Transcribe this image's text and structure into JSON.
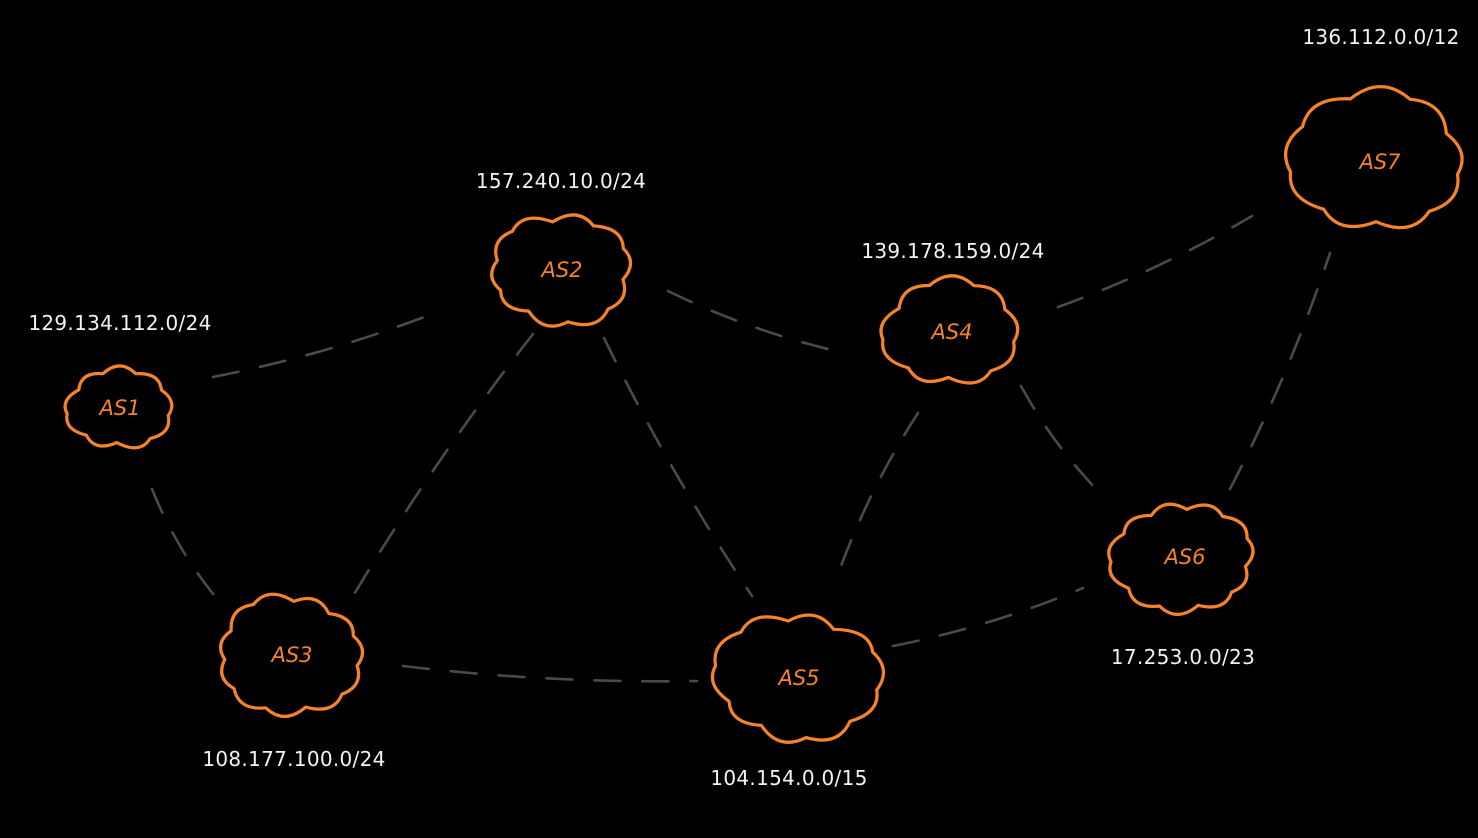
{
  "nodes": [
    {
      "id": "as1",
      "label": "AS1",
      "prefix": "129.134.112.0/24"
    },
    {
      "id": "as2",
      "label": "AS2",
      "prefix": "157.240.10.0/24"
    },
    {
      "id": "as3",
      "label": "AS3",
      "prefix": "108.177.100.0/24"
    },
    {
      "id": "as4",
      "label": "AS4",
      "prefix": "139.178.159.0/24"
    },
    {
      "id": "as5",
      "label": "AS5",
      "prefix": "104.154.0.0/15"
    },
    {
      "id": "as6",
      "label": "AS6",
      "prefix": "17.253.0.0/23"
    },
    {
      "id": "as7",
      "label": "AS7",
      "prefix": "136.112.0.0/12"
    }
  ],
  "links": [
    {
      "from": "as1",
      "to": "as2"
    },
    {
      "from": "as1",
      "to": "as3"
    },
    {
      "from": "as2",
      "to": "as3"
    },
    {
      "from": "as2",
      "to": "as4"
    },
    {
      "from": "as2",
      "to": "as5"
    },
    {
      "from": "as3",
      "to": "as5"
    },
    {
      "from": "as4",
      "to": "as5"
    },
    {
      "from": "as4",
      "to": "as6"
    },
    {
      "from": "as4",
      "to": "as7"
    },
    {
      "from": "as5",
      "to": "as6"
    },
    {
      "from": "as6",
      "to": "as7"
    }
  ],
  "colors": {
    "background": "#000000",
    "cloud": "#f5832a",
    "link": "#4a4a4a",
    "prefix_text": "#f2f2f2"
  }
}
